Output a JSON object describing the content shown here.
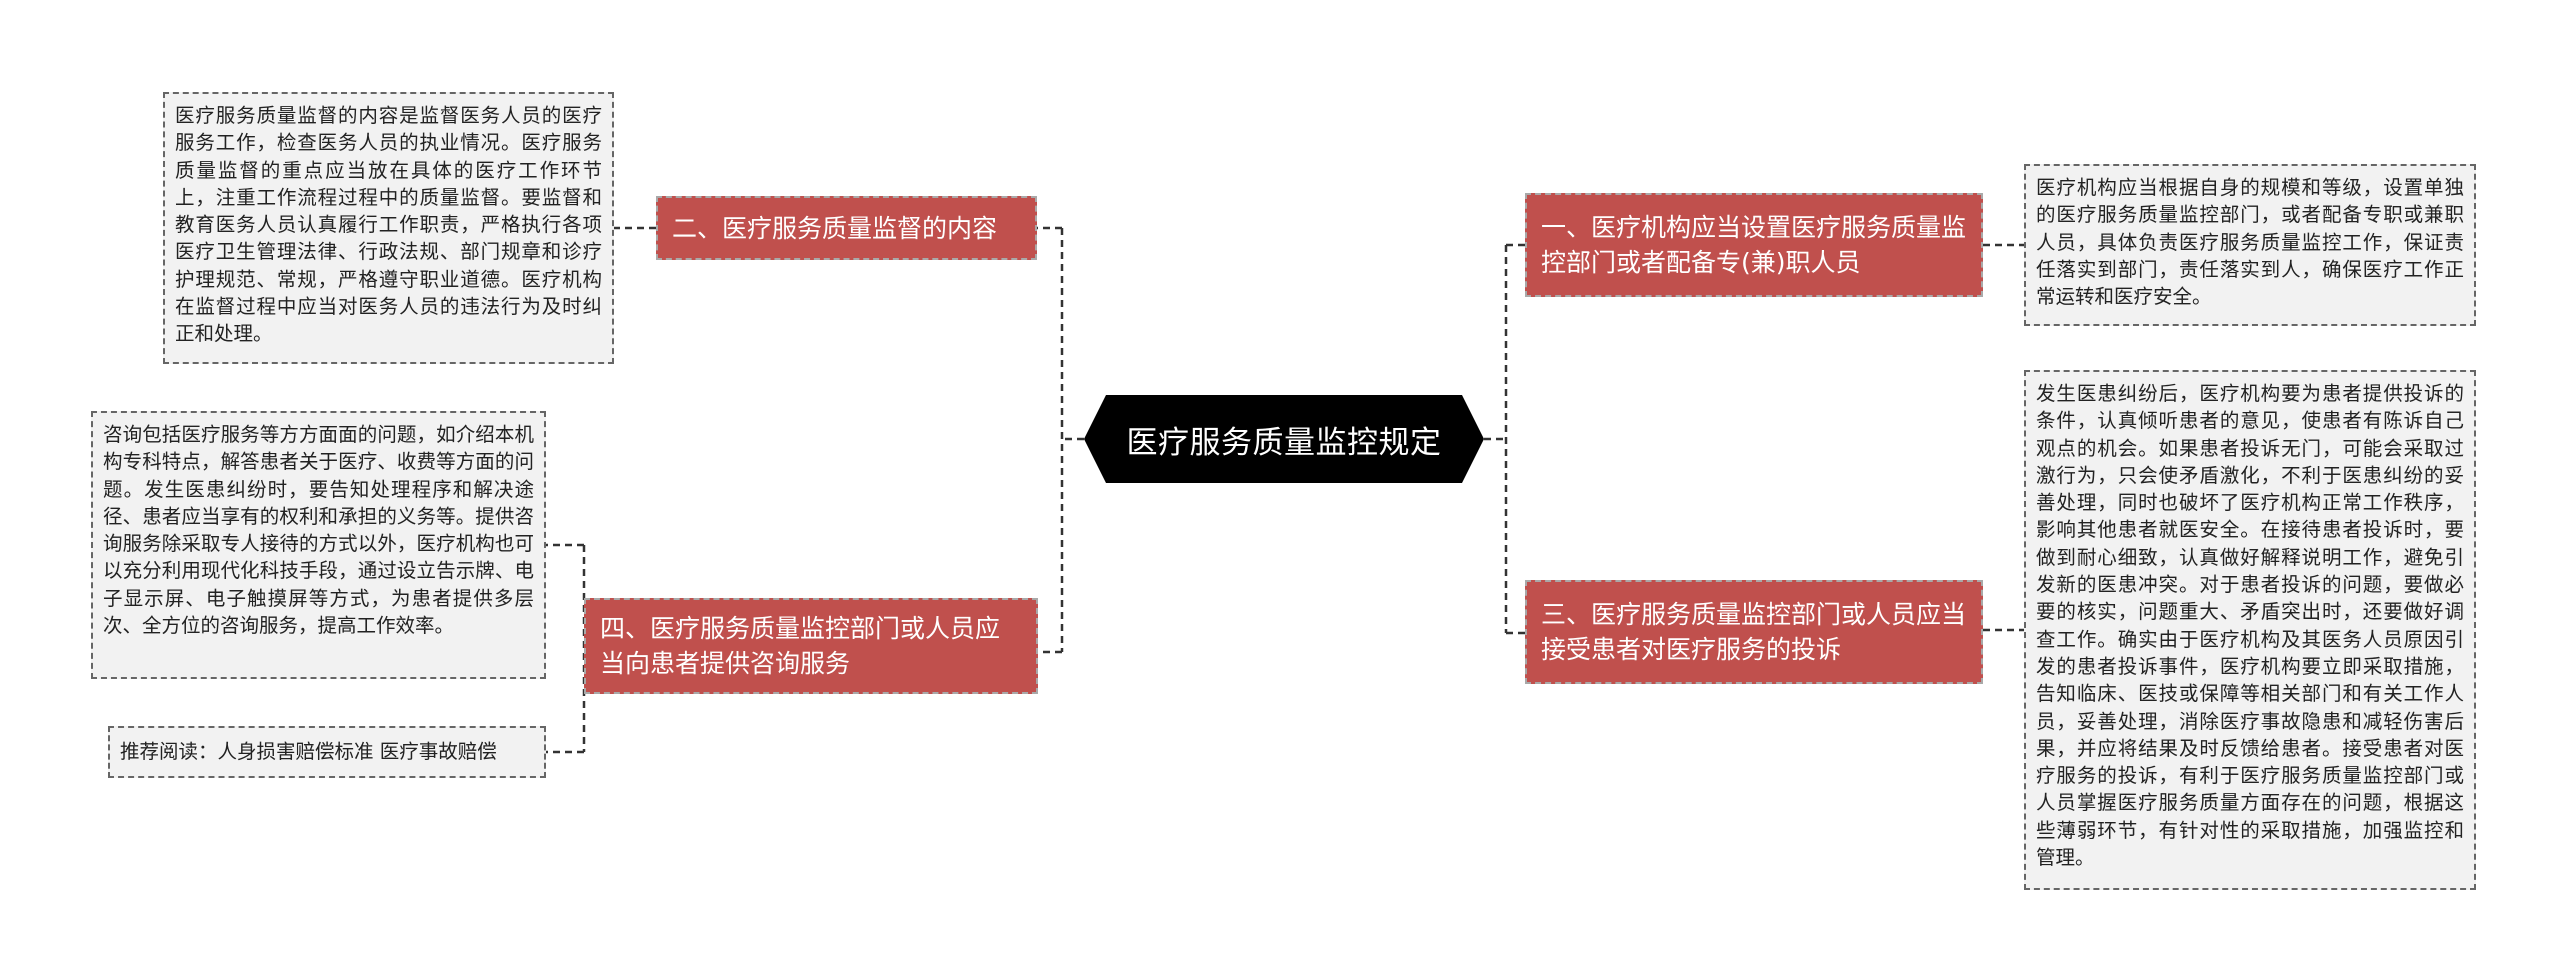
{
  "title": "医疗服务质量监控规定",
  "branches": {
    "b1": {
      "label": "一、医疗机构应当设置医疗服务质量监控部门或者配备专(兼)职人员",
      "detail": "医疗机构应当根据自身的规模和等级，设置单独的医疗服务质量监控部门，或者配备专职或兼职人员，具体负责医疗服务质量监控工作，保证责任落实到部门，责任落实到人，确保医疗工作正常运转和医疗安全。"
    },
    "b2": {
      "label": "二、医疗服务质量监督的内容",
      "detail": "医疗服务质量监督的内容是监督医务人员的医疗服务工作，检查医务人员的执业情况。医疗服务质量监督的重点应当放在具体的医疗工作环节上，注重工作流程过程中的质量监督。要监督和教育医务人员认真履行工作职责，严格执行各项医疗卫生管理法律、行政法规、部门规章和诊疗护理规范、常规，严格遵守职业道德。医疗机构在监督过程中应当对医务人员的违法行为及时纠正和处理。"
    },
    "b3": {
      "label": "三、医疗服务质量监控部门或人员应当接受患者对医疗服务的投诉",
      "detail": "发生医患纠纷后，医疗机构要为患者提供投诉的条件，认真倾听患者的意见，使患者有陈诉自己观点的机会。如果患者投诉无门，可能会采取过激行为，只会使矛盾激化，不利于医患纠纷的妥善处理，同时也破坏了医疗机构正常工作秩序，影响其他患者就医安全。在接待患者投诉时，要做到耐心细致，认真做好解释说明工作，避免引发新的医患冲突。对于患者投诉的问题，要做必要的核实，问题重大、矛盾突出时，还要做好调查工作。确实由于医疗机构及其医务人员原因引发的患者投诉事件，医疗机构要立即采取措施，告知临床、医技或保障等相关部门和有关工作人员，妥善处理，消除医疗事故隐患和减轻伤害后果，并应将结果及时反馈给患者。接受患者对医疗服务的投诉，有利于医疗服务质量监控部门或人员掌握医疗服务质量方面存在的问题，根据这些薄弱环节，有针对性的采取措施，加强监控和管理。"
    },
    "b4": {
      "label": "四、医疗服务质量监控部门或人员应当向患者提供咨询服务",
      "detail": "咨询包括医疗服务等方方面面的问题，如介绍本机构专科特点，解答患者关于医疗、收费等方面的问题。发生医患纠纷时，要告知处理程序和解决途径、患者应当享有的权利和承担的义务等。提供咨询服务除采取专人接待的方式以外，医疗机构也可以充分利用现代化科技手段，通过设立告示牌、电子显示屏、电子触摸屏等方式，为患者提供多层次、全方位的咨询服务，提高工作效率。",
      "recommend": "推荐阅读：人身损害赔偿标准 医疗事故赔偿"
    }
  },
  "colors": {
    "root_fill": "#000000",
    "branch_fill": "#c0504d",
    "leaf_fill": "#f2f2f2",
    "connector": "#333333"
  }
}
